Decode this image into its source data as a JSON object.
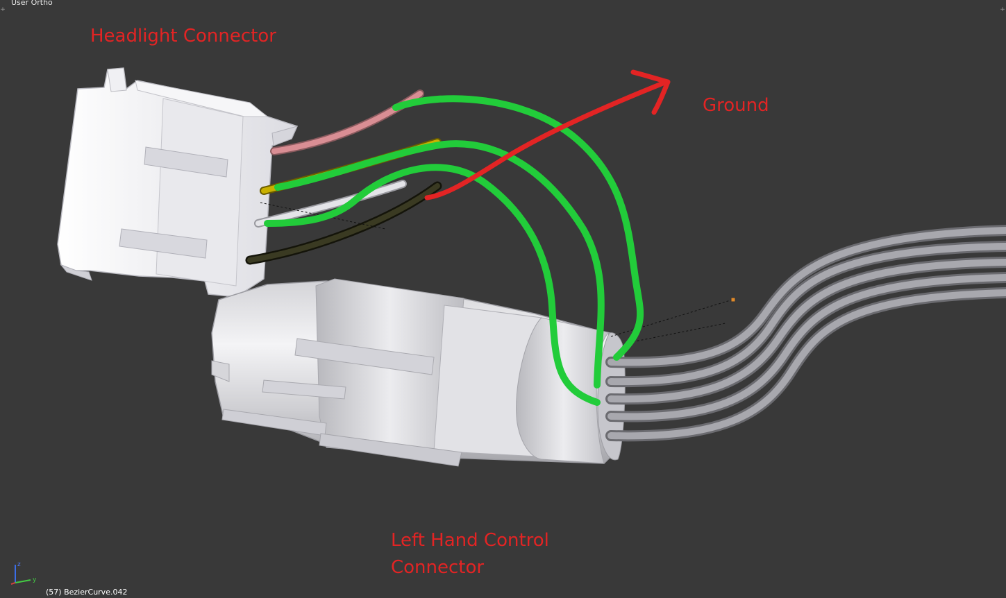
{
  "viewport": {
    "view_label": "User Ortho",
    "active_object_info": "(57) BezierCurve.042",
    "corner_widget_glyph": "+"
  },
  "annotations": {
    "headlight_connector": "Headlight Connector",
    "ground": "Ground",
    "left_hand_control_line1": "Left Hand Control",
    "left_hand_control_line2": "Connector"
  },
  "axis_gizmo": {
    "z_label": "z",
    "y_label": "y"
  },
  "colors": {
    "background": "#393939",
    "annotation_red": "#e32424",
    "trace_green": "#22cc3a",
    "connector_white": "#ececf0",
    "connector_grey": "#c9c9cd",
    "wire_grey": "#8f8f95",
    "wire_pink": "#d98e94",
    "wire_yellow": "#c9b000",
    "wire_white": "#d8d8dc",
    "wire_black": "#2a2a18"
  }
}
